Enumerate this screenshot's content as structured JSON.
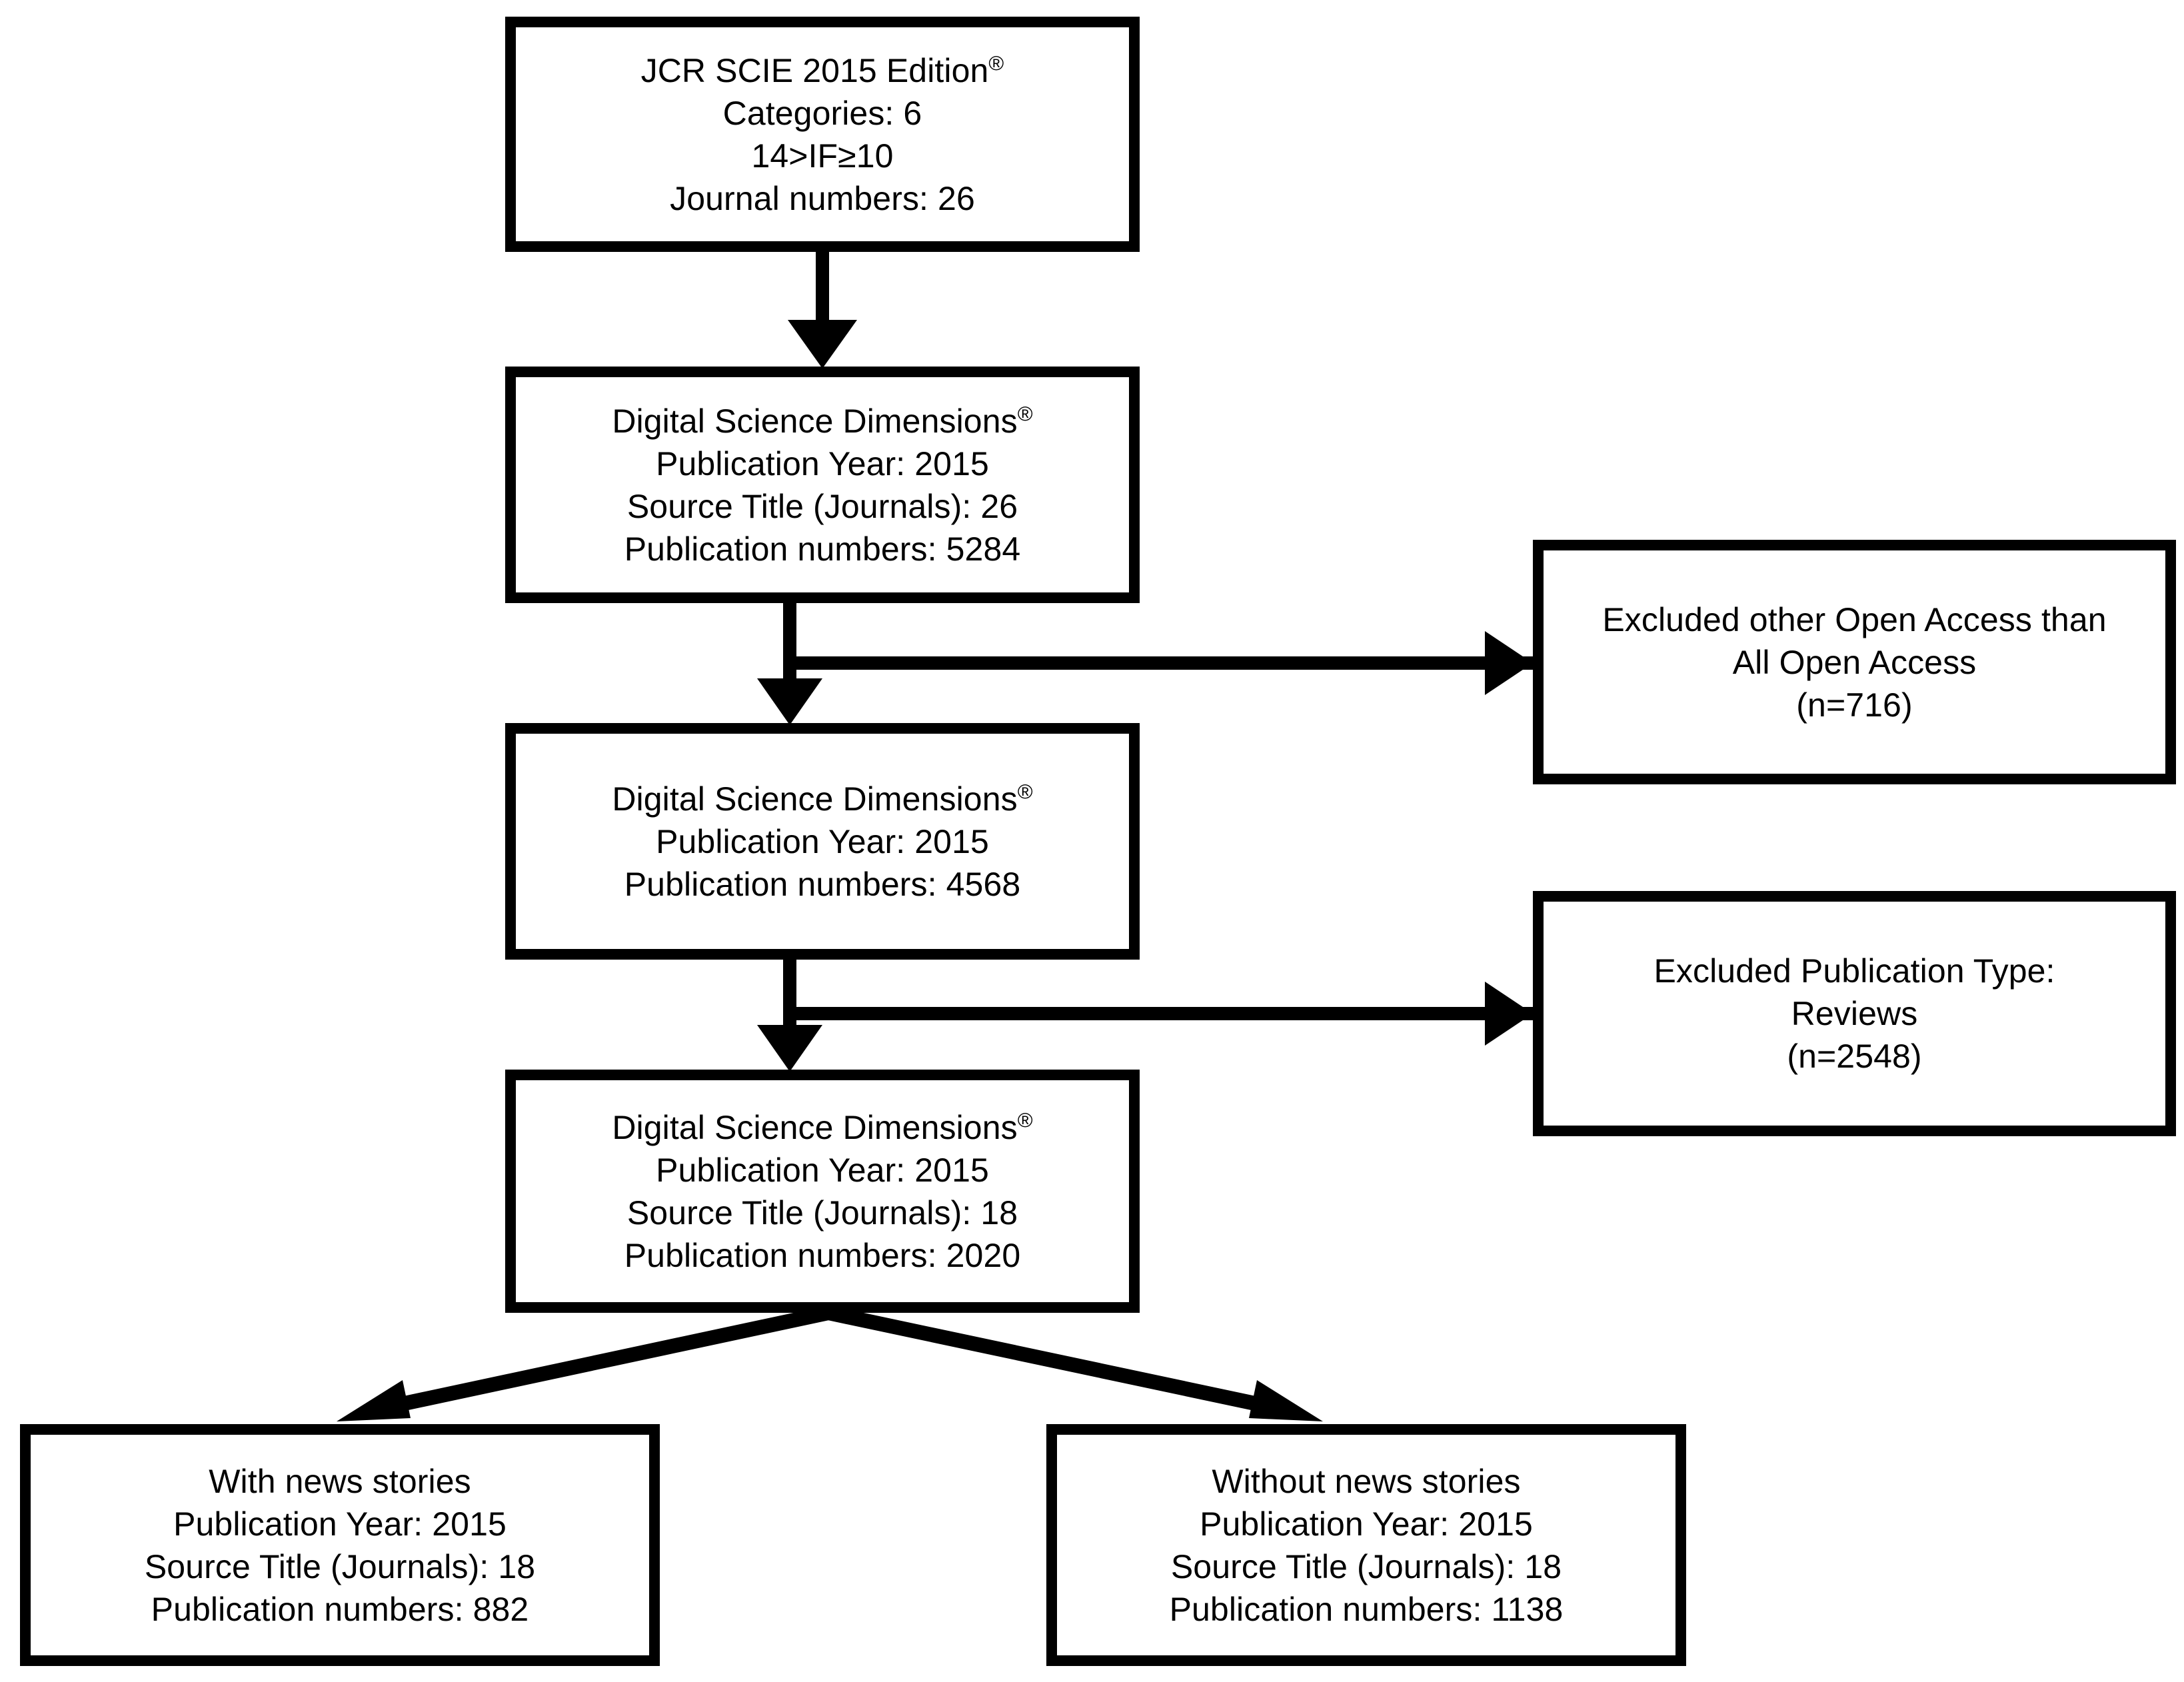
{
  "diagram": {
    "title": "Publication selection flowchart",
    "accent_color": "#000000",
    "background_color": "#ffffff",
    "nodes": {
      "source": {
        "name": "jcr-source",
        "lines": [
          "JCR SCIE 2015 Edition",
          "Categories: 6",
          "14>IF≥10",
          "Journal numbers: 26"
        ],
        "superscripts": [
          "®",
          "",
          "",
          ""
        ]
      },
      "dimensions_all": {
        "name": "dimensions-all",
        "lines": [
          "Digital Science Dimensions",
          "Publication Year: 2015",
          "Source Title (Journals): 26",
          "Publication numbers: 5284"
        ],
        "superscripts": [
          "®",
          "",
          "",
          ""
        ]
      },
      "dimensions_oa": {
        "name": "dimensions-open-access",
        "lines": [
          "Digital Science Dimensions",
          "Publication Year: 2015",
          "Publication numbers: 4568"
        ],
        "superscripts": [
          "®",
          "",
          ""
        ]
      },
      "dimensions_articles": {
        "name": "dimensions-articles",
        "lines": [
          "Digital Science Dimensions",
          "Publication Year: 2015",
          "Source Title (Journals): 18",
          "Publication numbers: 2020"
        ],
        "superscripts": [
          "®",
          "",
          "",
          ""
        ]
      },
      "excluded_oa": {
        "name": "excluded-open-access",
        "lines": [
          "Excluded other Open Access than",
          "All Open Access",
          "(n=716)"
        ],
        "superscripts": [
          "",
          "",
          ""
        ]
      },
      "excluded_reviews": {
        "name": "excluded-reviews",
        "lines": [
          "Excluded Publication Type:",
          "Reviews",
          "(n=2548)"
        ],
        "superscripts": [
          "",
          "",
          ""
        ]
      },
      "with_news": {
        "name": "with-news-stories",
        "lines": [
          "With news stories",
          "Publication Year: 2015",
          "Source Title (Journals): 18",
          "Publication numbers: 882"
        ],
        "superscripts": [
          "",
          "",
          "",
          ""
        ]
      },
      "without_news": {
        "name": "without-news-stories",
        "lines": [
          "Without news stories",
          "Publication Year: 2015",
          "Source Title (Journals): 18",
          "Publication numbers: 1138"
        ],
        "superscripts": [
          "",
          "",
          "",
          ""
        ]
      }
    },
    "edges": [
      {
        "name": "source-to-dimensions-all",
        "kind": "arrow-down"
      },
      {
        "name": "dimensions-all-to-dimensions-oa",
        "kind": "arrow-down"
      },
      {
        "name": "dimensions-all-to-excluded-oa",
        "kind": "arrow-right"
      },
      {
        "name": "dimensions-oa-to-dimensions-articles",
        "kind": "arrow-down"
      },
      {
        "name": "dimensions-oa-to-excluded-reviews",
        "kind": "arrow-right"
      },
      {
        "name": "dimensions-articles-to-with-news",
        "kind": "arrow-diagonal-left"
      },
      {
        "name": "dimensions-articles-to-without-news",
        "kind": "arrow-diagonal-right"
      }
    ]
  }
}
